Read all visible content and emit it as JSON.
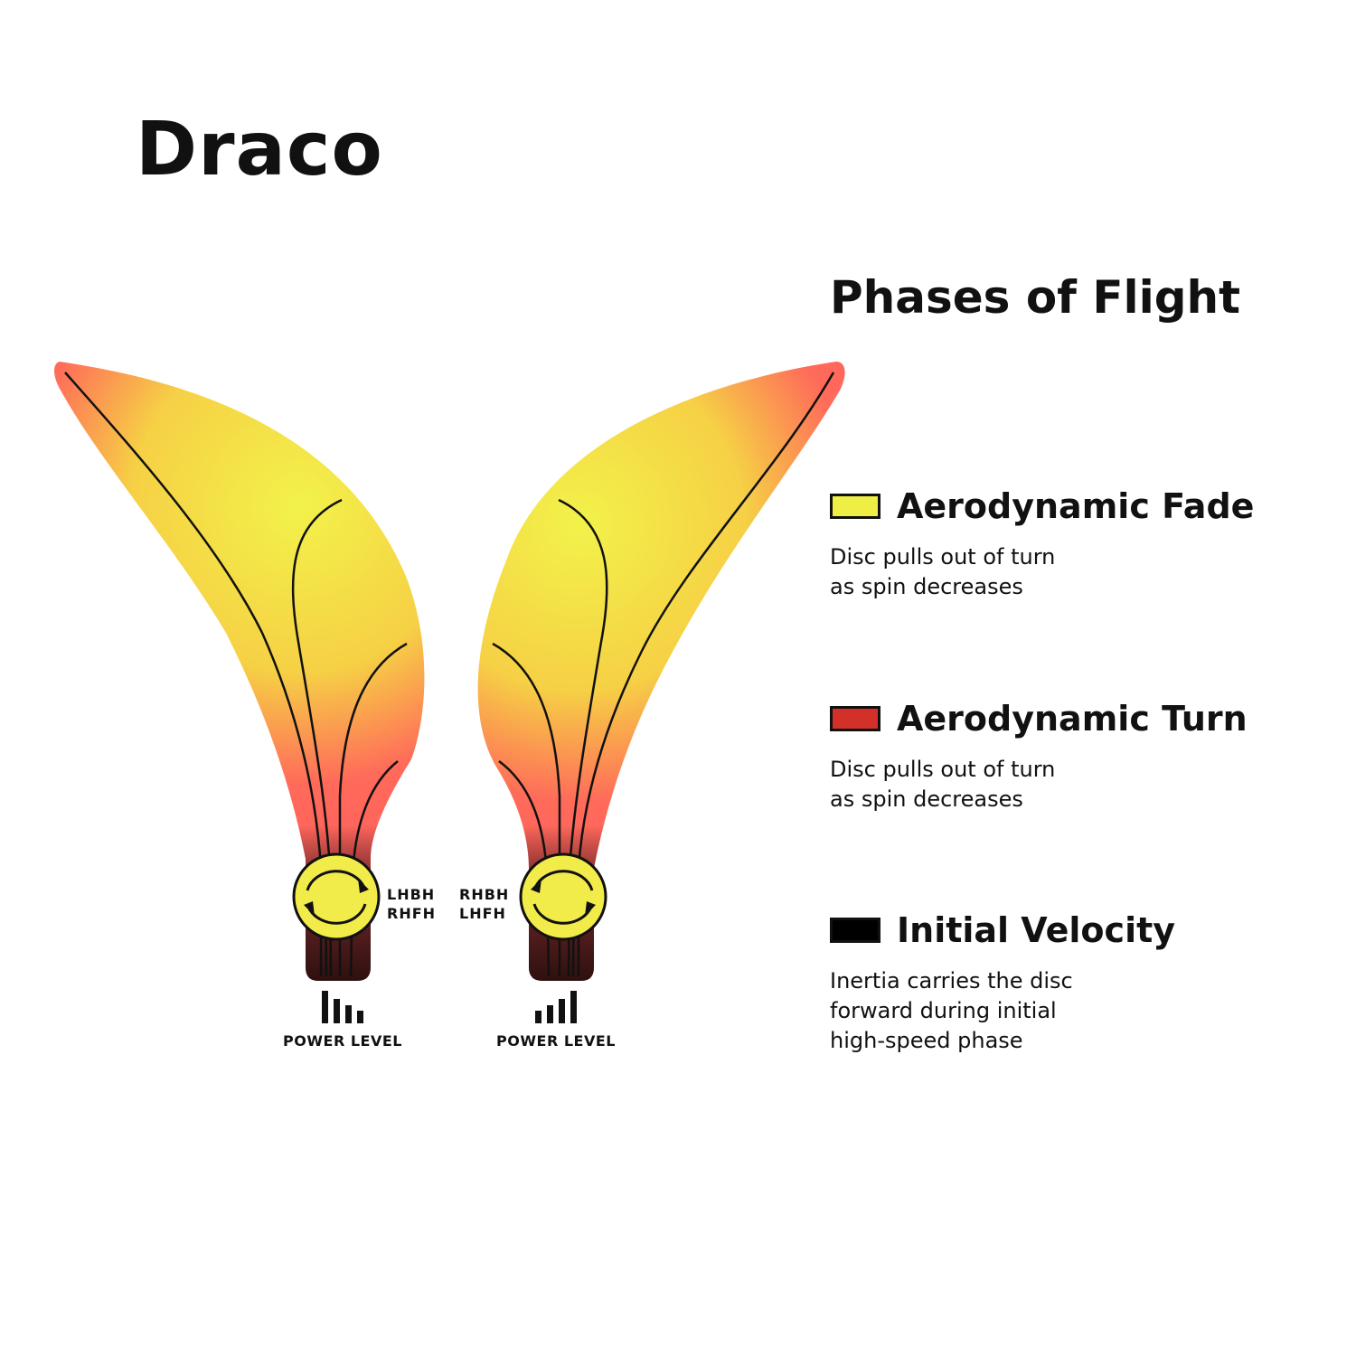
{
  "title": "Draco",
  "legend": {
    "heading": "Phases of Flight",
    "items": [
      {
        "label": "Aerodynamic Fade",
        "color": "#EEEE44",
        "desc": [
          "Disc pulls out of turn",
          "as spin decreases"
        ]
      },
      {
        "label": "Aerodynamic Turn",
        "color": "#D4302A",
        "desc": [
          "Disc pulls out of turn",
          "as spin decreases"
        ]
      },
      {
        "label": "Initial Velocity",
        "color": "#000000",
        "desc": [
          "Inertia carries the disc",
          "forward during initial",
          "high-speed phase"
        ]
      }
    ]
  },
  "flights": [
    {
      "throws": [
        "LHBH",
        "RHFH"
      ],
      "power_label": "POWER LEVEL",
      "power_levels": [
        1.0,
        0.75,
        0.55,
        0.4
      ]
    },
    {
      "throws": [
        "RHBH",
        "LHFH"
      ],
      "power_label": "POWER LEVEL",
      "power_levels": [
        0.4,
        0.55,
        0.75,
        1.0
      ]
    }
  ],
  "colors": {
    "fade": "#F2F24A",
    "turn": "#FF5E5E",
    "velocity": "#3A1414",
    "disc": "#F2EC4A"
  }
}
